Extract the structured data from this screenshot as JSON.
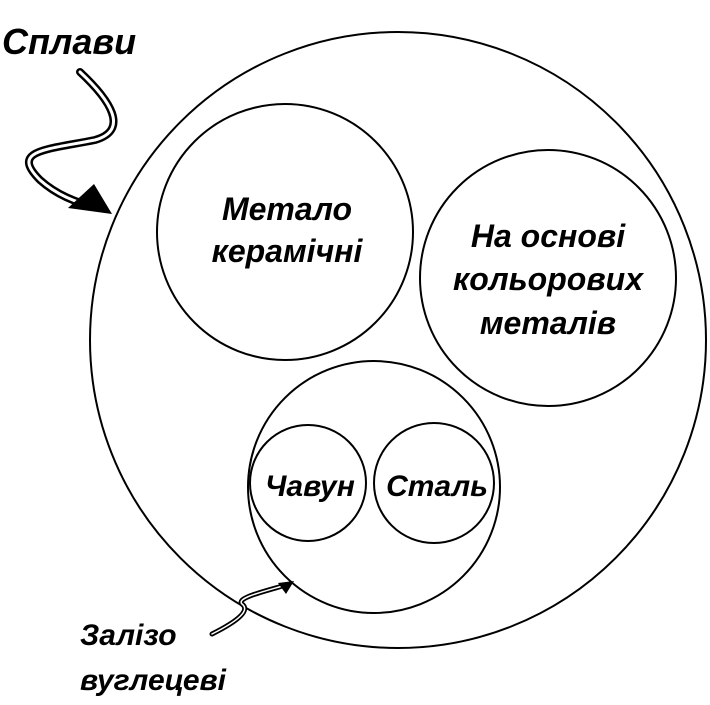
{
  "diagram": {
    "title": "Сплави",
    "sets": {
      "metal_ceramic": {
        "lines": [
          "Метало",
          "керамічні"
        ]
      },
      "nonferrous": {
        "lines": [
          "На основі",
          "кольорових",
          "металів"
        ]
      },
      "iron_carbon": {
        "label_lines": [
          "Залізо",
          "вуглецеві"
        ],
        "children": [
          "Чавун",
          "Сталь"
        ]
      }
    },
    "colors": {
      "stroke": "#000000",
      "background": "#ffffff"
    }
  }
}
